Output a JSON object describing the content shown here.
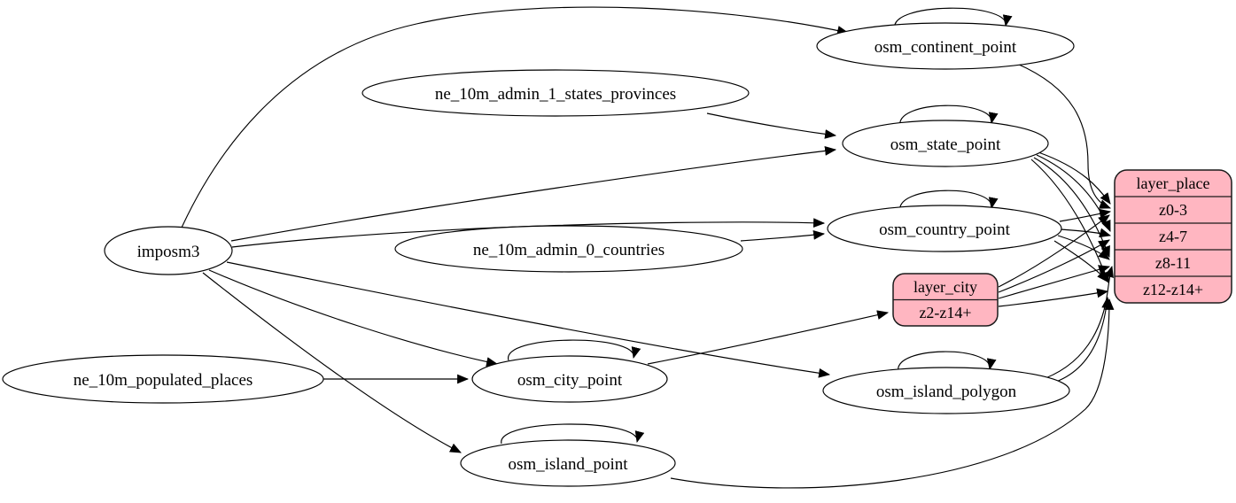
{
  "diagram_type": "etl-graph",
  "colors": {
    "record_fill": "#ffb6c1",
    "ellipse_fill": "#ffffff",
    "stroke": "#000000",
    "background": "#ffffff"
  },
  "nodes": {
    "imposm3": {
      "label": "imposm3"
    },
    "ne_10m_admin_1_states_provinces": {
      "label": "ne_10m_admin_1_states_provinces"
    },
    "ne_10m_admin_0_countries": {
      "label": "ne_10m_admin_0_countries"
    },
    "ne_10m_populated_places": {
      "label": "ne_10m_populated_places"
    },
    "osm_continent_point": {
      "label": "osm_continent_point"
    },
    "osm_state_point": {
      "label": "osm_state_point"
    },
    "osm_country_point": {
      "label": "osm_country_point"
    },
    "osm_city_point": {
      "label": "osm_city_point"
    },
    "osm_island_polygon": {
      "label": "osm_island_polygon"
    },
    "osm_island_point": {
      "label": "osm_island_point"
    },
    "layer_city": {
      "header": "layer_city",
      "rows": [
        "z2-z14+"
      ]
    },
    "layer_place": {
      "header": "layer_place",
      "rows": [
        "z0-3",
        "z4-7",
        "z8-11",
        "z12-z14+"
      ]
    }
  },
  "edges": [
    {
      "from": "imposm3",
      "to": "osm_continent_point"
    },
    {
      "from": "imposm3",
      "to": "osm_state_point"
    },
    {
      "from": "imposm3",
      "to": "osm_country_point"
    },
    {
      "from": "imposm3",
      "to": "osm_city_point"
    },
    {
      "from": "imposm3",
      "to": "osm_island_polygon"
    },
    {
      "from": "imposm3",
      "to": "osm_island_point"
    },
    {
      "from": "ne_10m_admin_1_states_provinces",
      "to": "osm_state_point"
    },
    {
      "from": "ne_10m_admin_0_countries",
      "to": "osm_country_point"
    },
    {
      "from": "ne_10m_populated_places",
      "to": "osm_city_point"
    },
    {
      "from": "osm_continent_point",
      "to": "osm_continent_point"
    },
    {
      "from": "osm_state_point",
      "to": "osm_state_point"
    },
    {
      "from": "osm_country_point",
      "to": "osm_country_point"
    },
    {
      "from": "osm_city_point",
      "to": "osm_city_point"
    },
    {
      "from": "osm_island_polygon",
      "to": "osm_island_polygon"
    },
    {
      "from": "osm_island_point",
      "to": "osm_island_point"
    },
    {
      "from": "osm_continent_point",
      "to": "layer_place:z0-3"
    },
    {
      "from": "osm_state_point",
      "to": "layer_place:z0-3"
    },
    {
      "from": "osm_state_point",
      "to": "layer_place:z4-7"
    },
    {
      "from": "osm_state_point",
      "to": "layer_place:z8-11"
    },
    {
      "from": "osm_state_point",
      "to": "layer_place:z12-z14+"
    },
    {
      "from": "osm_country_point",
      "to": "layer_place:z0-3"
    },
    {
      "from": "osm_country_point",
      "to": "layer_place:z4-7"
    },
    {
      "from": "osm_country_point",
      "to": "layer_place:z8-11"
    },
    {
      "from": "osm_country_point",
      "to": "layer_place:z12-z14+"
    },
    {
      "from": "osm_city_point",
      "to": "layer_city:z2-z14+"
    },
    {
      "from": "layer_city",
      "to": "layer_place:z0-3"
    },
    {
      "from": "layer_city",
      "to": "layer_place:z4-7"
    },
    {
      "from": "layer_city",
      "to": "layer_place:z8-11"
    },
    {
      "from": "layer_city",
      "to": "layer_place:z12-z14+"
    },
    {
      "from": "osm_island_polygon",
      "to": "layer_place:z8-11"
    },
    {
      "from": "osm_island_polygon",
      "to": "layer_place:z12-z14+"
    },
    {
      "from": "osm_island_point",
      "to": "layer_place:z12-z14+"
    }
  ]
}
